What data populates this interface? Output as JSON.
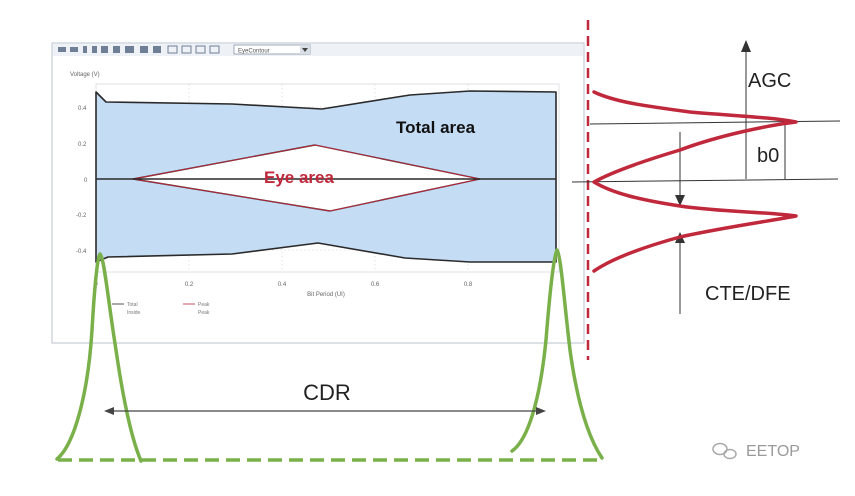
{
  "toolbar": {
    "dropdown_value": "EyeContour"
  },
  "plot": {
    "y_axis_label": "Voltage (V)",
    "x_axis_label": "Bit Period (UI)",
    "y_ticks": [
      "0.4",
      "0.2",
      "0",
      "-0.2",
      "-0.4"
    ],
    "x_ticks": [
      "0",
      "0.2",
      "0.4",
      "0.6",
      "0.8"
    ],
    "legend": [
      {
        "label": "Total",
        "sublabel": "Inside"
      },
      {
        "label": "Peak",
        "sublabel": "Peak"
      }
    ]
  },
  "labels": {
    "total_area": "Total area",
    "eye_area": "Eye area",
    "agc": "AGC",
    "b0": "b0",
    "cte_dfe": "CTE/DFE",
    "cdr": "CDR",
    "watermark": "EETOP"
  },
  "colors": {
    "fill_blue": "#c5dcf5",
    "eye_red": "#c0283c",
    "dist_red": "#c0283c",
    "cdr_green": "#7ab04a",
    "dark": "#2a2a2a",
    "panel_border": "#b9c3cf"
  }
}
